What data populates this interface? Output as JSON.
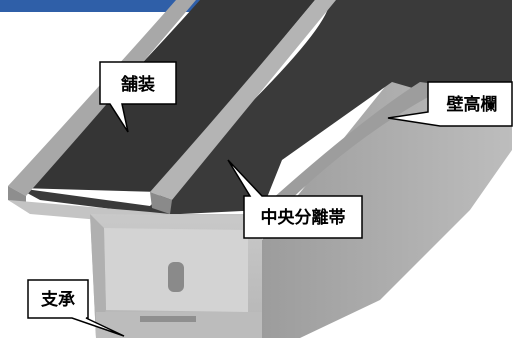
{
  "labels": {
    "pavement": "舗装",
    "wall_railing": "壁高欄",
    "median_strip": "中央分離帯",
    "bearing": "支承"
  },
  "colors": {
    "asphalt": "#3a3a3a",
    "concrete_light": "#c8c8c8",
    "concrete_mid": "#a9a9a9",
    "concrete_dark": "#8d8d8d",
    "top_banner": "#2f5fa8"
  }
}
